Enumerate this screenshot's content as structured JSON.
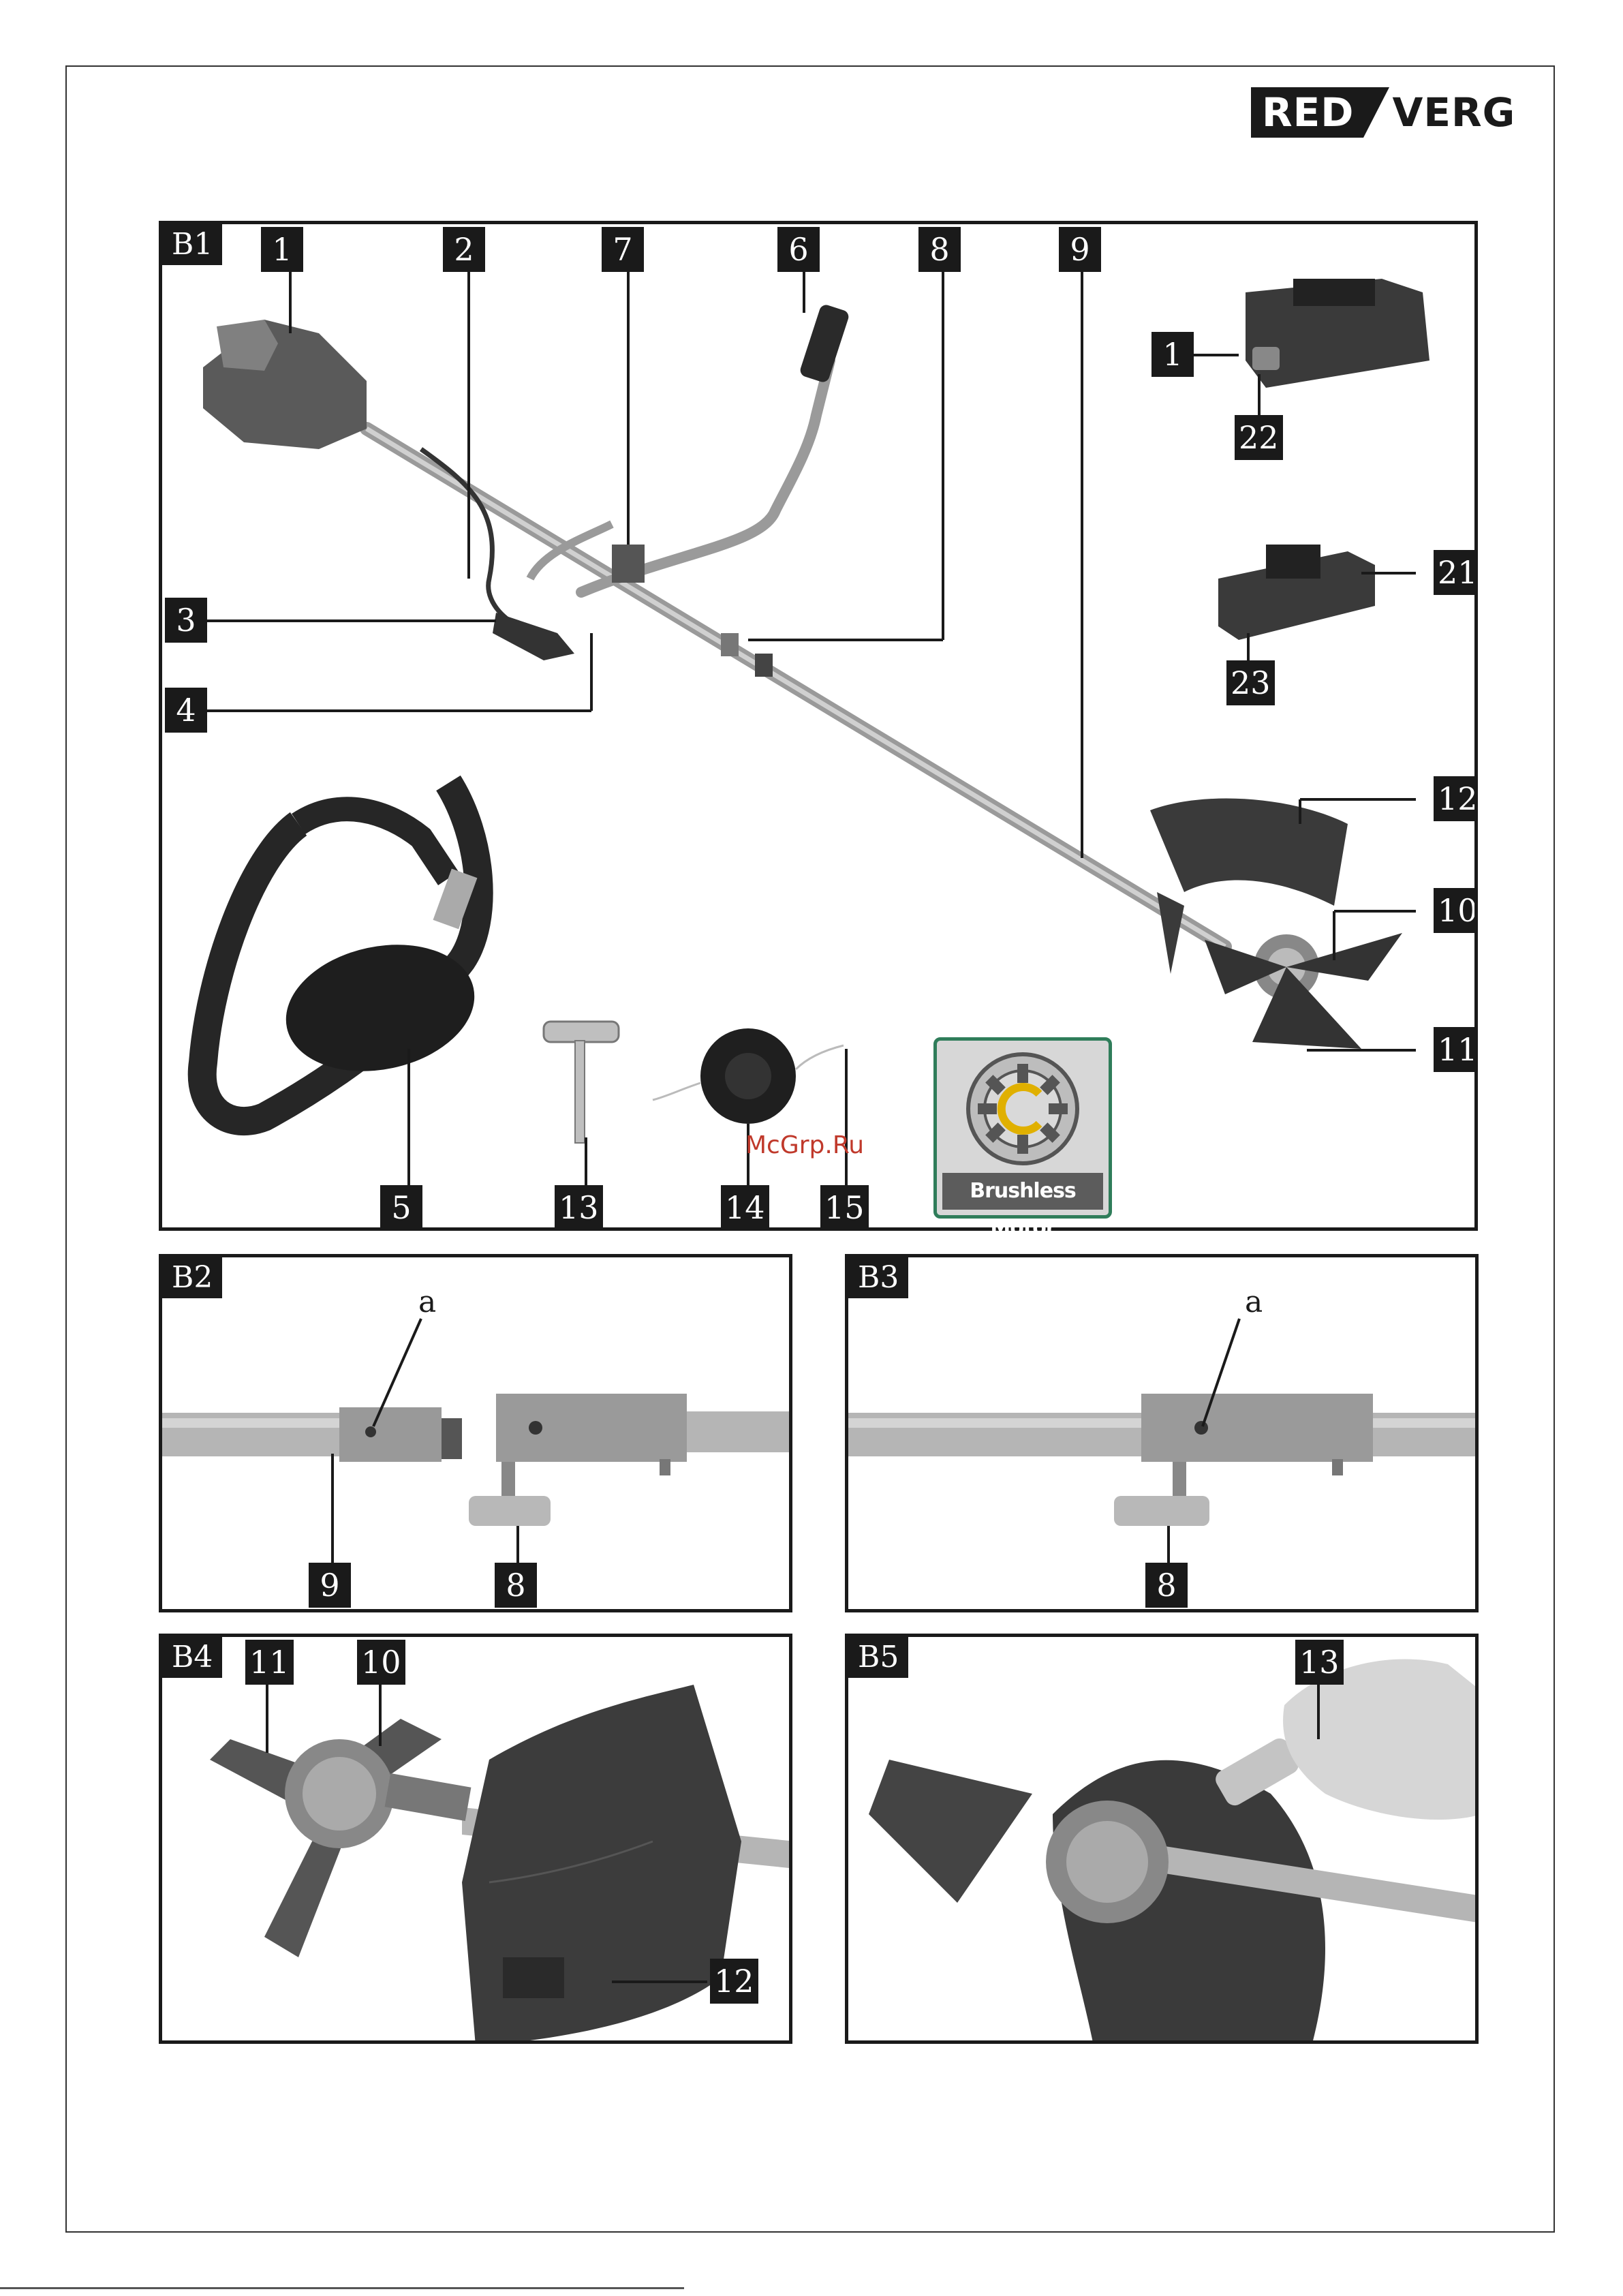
{
  "logo": {
    "red": "RED",
    "verg": "VERG"
  },
  "panels": {
    "b1": {
      "tag": "B1",
      "callouts": {
        "c1": "1",
        "c2": "2",
        "c7": "7",
        "c6": "6",
        "c8": "8",
        "c9": "9",
        "c3": "3",
        "c4": "4",
        "c5": "5",
        "c13": "13",
        "c14": "14",
        "c15": "15",
        "battery1": "1",
        "c22": "22",
        "c21": "21",
        "c23": "23",
        "c12": "12",
        "c10": "10",
        "c11": "11"
      },
      "badge_label": "Brushless Motor",
      "badge_icon": "brushless-motor-icon"
    },
    "b2": {
      "tag": "B2",
      "letter": "a",
      "callouts": {
        "c9": "9",
        "c8": "8"
      }
    },
    "b3": {
      "tag": "B3",
      "letter": "a",
      "callouts": {
        "c8": "8"
      }
    },
    "b4": {
      "tag": "B4",
      "callouts": {
        "c11": "11",
        "c10": "10",
        "c12": "12"
      }
    },
    "b5": {
      "tag": "B5",
      "callouts": {
        "c13": "13"
      }
    }
  },
  "watermark": "McGrp.Ru",
  "colors": {
    "ink": "#1a1a1a",
    "badge_border": "#2f7d5a",
    "watermark": "#c0392b"
  }
}
